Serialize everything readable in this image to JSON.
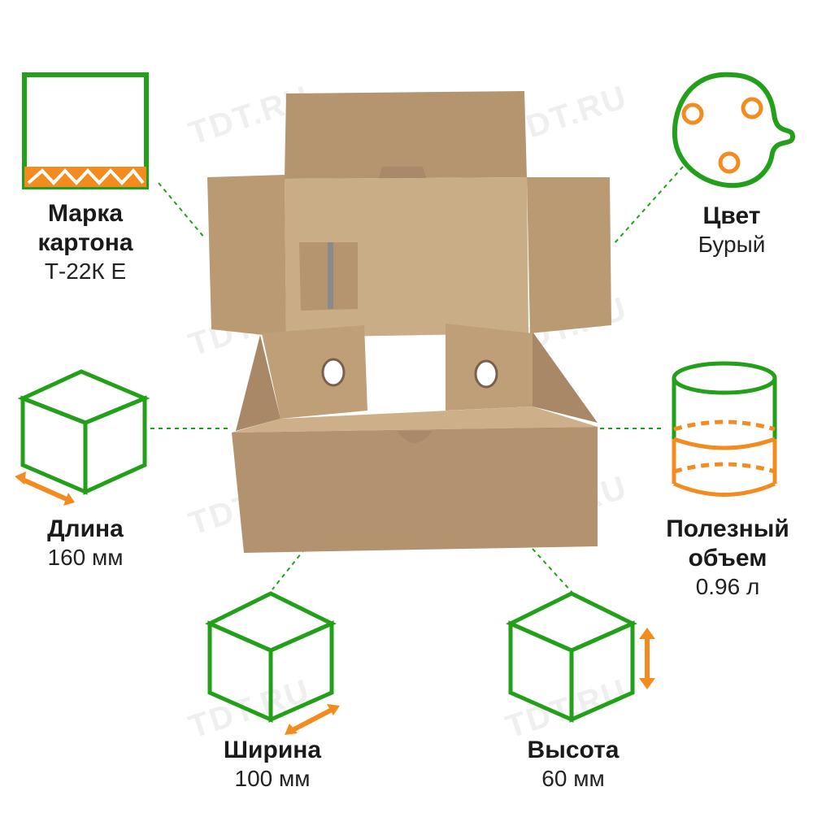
{
  "watermark": "TDT.RU",
  "colors": {
    "green": "#23a019",
    "orange": "#f48b1f",
    "kraft": "#b99a73"
  },
  "specs": {
    "carton": {
      "title_line1": "Марка",
      "title_line2": "картона",
      "value": "Т-22К Е",
      "icon": "corrugated-board-icon"
    },
    "color": {
      "title": "Цвет",
      "value": "Бурый",
      "icon": "palette-icon"
    },
    "length": {
      "title": "Длина",
      "value": "160 мм",
      "icon": "cube-length-icon"
    },
    "volume": {
      "title_line1": "Полезный",
      "title_line2": "объем",
      "value": "0.96 л",
      "icon": "cylinder-volume-icon"
    },
    "width": {
      "title": "Ширина",
      "value": "100 мм",
      "icon": "cube-width-icon"
    },
    "height": {
      "title": "Высота",
      "value": "60 мм",
      "icon": "cube-height-icon"
    }
  }
}
